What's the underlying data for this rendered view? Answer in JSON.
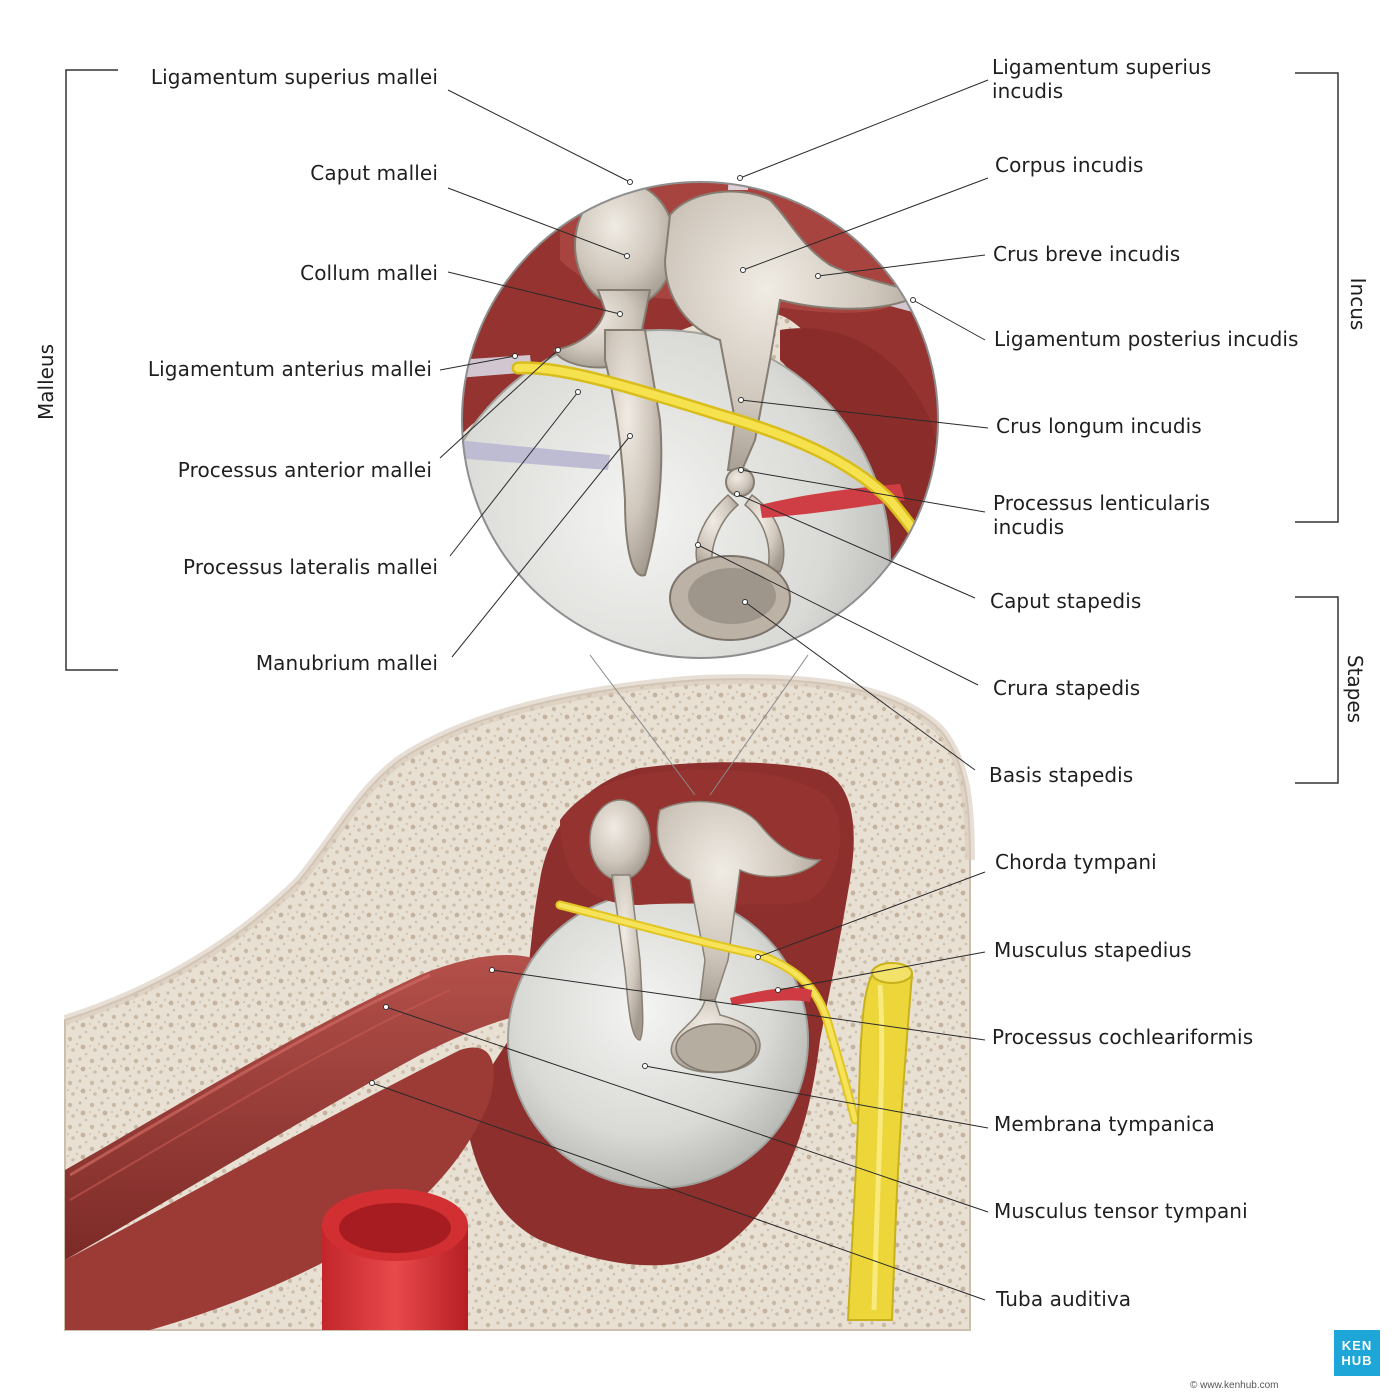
{
  "groups": {
    "malleus": "Malleus",
    "incus": "Incus",
    "stapes": "Stapes"
  },
  "labels_left": [
    "Ligamentum superius mallei",
    "Caput mallei",
    "Collum mallei",
    "Ligamentum anterius mallei",
    "Processus anterior mallei",
    "Processus lateralis mallei",
    "Manubrium mallei"
  ],
  "labels_right_top": [
    "Ligamentum superius incudis",
    "Corpus incudis",
    "Crus breve incudis",
    "Ligamentum posterius incudis",
    "Crus longum incudis",
    "Processus lenticularis incudis",
    "Caput stapedis",
    "Crura stapedis",
    "Basis stapedis"
  ],
  "labels_right_bottom": [
    "Chorda tympani",
    "Musculus stapedius",
    "Processus cochleariformis",
    "Membrana tympanica",
    "Musculus tensor tympani",
    "Tuba auditiva"
  ],
  "watermark": "© www.kenhub.com",
  "logo": {
    "line1": "KEN",
    "line2": "HUB"
  },
  "credit": "© www.kenhub.com",
  "colors": {
    "bone": "#e6dccf",
    "muscle": "#9a3a36",
    "nerve": "#f2dc3a",
    "ossicle": "#c9c2b8",
    "membrane": "#d8d8d6",
    "artery": "#d8363a",
    "brand": "#1fa6d8"
  }
}
